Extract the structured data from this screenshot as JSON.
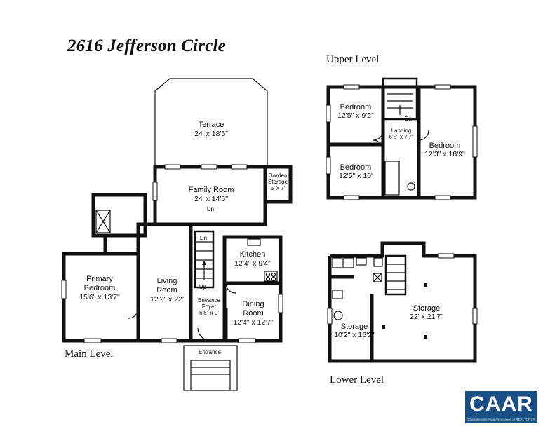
{
  "title": "2616 Jefferson Circle",
  "levels": {
    "main": "Main Level",
    "upper": "Upper Level",
    "lower": "Lower Level"
  },
  "main_rooms": {
    "terrace": {
      "name": "Terrace",
      "dim": "24' x 18'5\""
    },
    "family": {
      "name": "Family Room",
      "dim": "24' x 14'6\""
    },
    "garden": {
      "name": "Garden",
      "name2": "Storage",
      "dim": "5' x 7'"
    },
    "primary": {
      "name": "Primary",
      "name2": "Bedroom",
      "dim": "15'6\" x 13'7\""
    },
    "living": {
      "name": "Living",
      "name2": "Room",
      "dim": "12'2\" x 22'"
    },
    "kitchen": {
      "name": "Kitchen",
      "dim": "12'4\" x 9'4\""
    },
    "dining": {
      "name": "Dining",
      "name2": "Room",
      "dim": "12'4\" x 12'7\""
    },
    "foyer": {
      "name": "Entrance",
      "name2": "Foyer",
      "dim": "6'6\" x 9'"
    },
    "entrance": "Entrance",
    "dn": "Dn",
    "dn2": "Dn",
    "up": "Up"
  },
  "upper_rooms": {
    "bed1": {
      "name": "Bedroom",
      "dim": "12'5\" x 9'2\""
    },
    "bed2": {
      "name": "Bedroom",
      "dim": "12'5\" x 10'"
    },
    "bed3": {
      "name": "Bedroom",
      "dim": "12'3\" x 18'9\""
    },
    "landing": {
      "name": "Landing",
      "dim": "6'5\" x 7'7\""
    },
    "dn": "Dn"
  },
  "lower_rooms": {
    "storage1": {
      "name": "Storage",
      "dim": "10'2\" x 16'2\""
    },
    "storage2": {
      "name": "Storage",
      "dim": "22' x 21'7\""
    }
  },
  "logo": {
    "text": "CAAR",
    "sub": "Charlottesville Area Association of REALTORS®"
  }
}
